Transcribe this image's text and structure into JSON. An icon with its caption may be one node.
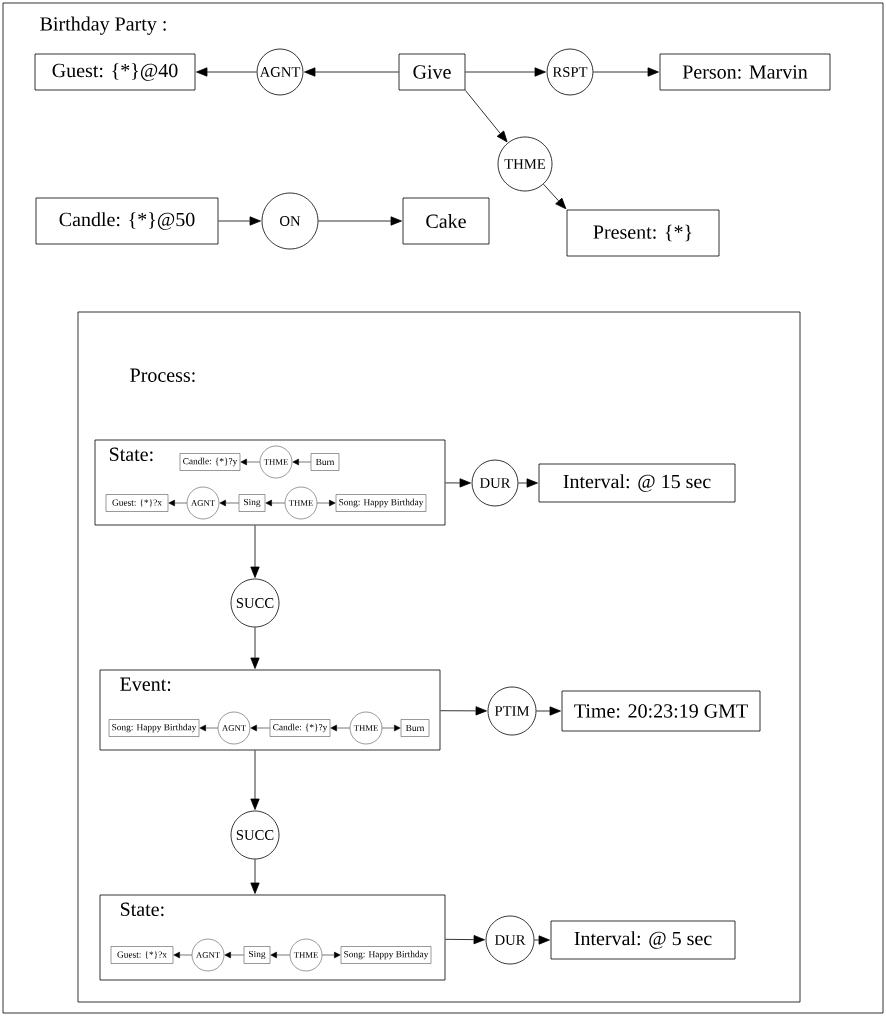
{
  "diagram": {
    "nodes": [
      {
        "text": [
          "Birthday Party :"
        ]
      },
      {
        "text": [
          "Guest:  {*}@40"
        ],
        "in": 0
      },
      {
        "text": [
          "AGNT"
        ],
        "in": 0
      },
      {
        "text": [
          "Give"
        ],
        "in": 0
      },
      {
        "text": [
          "RSPT"
        ],
        "in": 0
      },
      {
        "text": [
          "Person:  Marvin"
        ],
        "in": 0
      },
      {
        "text": [
          "THME"
        ],
        "in": 0
      },
      {
        "text": [
          "Candle:  {*}@50"
        ],
        "in": 0
      },
      {
        "text": [
          "ON"
        ],
        "in": 0
      },
      {
        "text": [
          "Cake"
        ],
        "in": 0
      },
      {
        "text": [
          "Present:  {*}"
        ],
        "in": 0
      },
      {
        "text": [
          "Process:"
        ],
        "in": 0
      },
      {
        "text": [
          "State:"
        ],
        "in": 11
      },
      {
        "text": [
          "Candle:  {*}?y"
        ],
        "in": 12
      },
      {
        "text": [
          "THME"
        ],
        "in": 12
      },
      {
        "text": [
          "Burn"
        ],
        "in": 12
      },
      {
        "text": [
          "Guest:  {*}?x"
        ],
        "in": 12
      },
      {
        "text": [
          "AGNT"
        ],
        "in": 12
      },
      {
        "text": [
          "Sing"
        ],
        "in": 12
      },
      {
        "text": [
          "THME"
        ],
        "in": 12
      },
      {
        "text": [
          "Song:  Happy Birthday"
        ],
        "in": 12
      },
      {
        "text": [
          "DUR"
        ],
        "in": 11
      },
      {
        "text": [
          "Interval:  @ 15 sec"
        ],
        "in": 11
      },
      {
        "text": [
          "SUCC"
        ],
        "in": 11
      },
      {
        "text": [
          "Event:"
        ],
        "in": 11
      },
      {
        "text": [
          "Song:  Happy Birthday"
        ],
        "in": 24
      },
      {
        "text": [
          "AGNT"
        ],
        "in": 24
      },
      {
        "text": [
          "Candle:  {*}?y"
        ],
        "in": 24
      },
      {
        "text": [
          "THME"
        ],
        "in": 24
      },
      {
        "text": [
          "Burn"
        ],
        "in": 24
      },
      {
        "text": [
          "PTIM"
        ],
        "in": 11
      },
      {
        "text": [
          "Time:  20:23:19 GMT"
        ],
        "in": 11
      },
      {
        "text": [
          "SUCC"
        ],
        "in": 11
      },
      {
        "text": [
          "State:"
        ],
        "in": 11
      },
      {
        "text": [
          "Guest:  {*}?x"
        ],
        "in": 33
      },
      {
        "text": [
          "AGNT"
        ],
        "in": 33
      },
      {
        "text": [
          "Sing"
        ],
        "in": 33
      },
      {
        "text": [
          "THME"
        ],
        "in": 33
      },
      {
        "text": [
          "Song:  Happy Birthday"
        ],
        "in": 33
      },
      {
        "text": [
          "DUR"
        ],
        "in": 11
      },
      {
        "text": [
          "Interval:  @ 5 sec"
        ],
        "in": 11
      }
    ],
    "edges": [
      {
        "from": 3,
        "to": 2,
        "arrow": "to"
      },
      {
        "from": 2,
        "to": 1,
        "arrow": "to"
      },
      {
        "from": 3,
        "to": 4,
        "arrow": "to"
      },
      {
        "from": 4,
        "to": 5,
        "arrow": "to"
      },
      {
        "from": 3,
        "to": 6,
        "arrow": "to"
      },
      {
        "from": 6,
        "to": 10,
        "arrow": "to"
      },
      {
        "from": 7,
        "to": 8,
        "arrow": "to"
      },
      {
        "from": 8,
        "to": 9,
        "arrow": "to"
      },
      {
        "from": 15,
        "to": 14,
        "arrow": "to"
      },
      {
        "from": 14,
        "to": 13,
        "arrow": "to"
      },
      {
        "from": 17,
        "to": 16,
        "arrow": "to"
      },
      {
        "from": 18,
        "to": 17,
        "arrow": "to"
      },
      {
        "from": 19,
        "to": 18,
        "arrow": "to"
      },
      {
        "from": 19,
        "to": 20,
        "arrow": "to"
      },
      {
        "from": 12,
        "to": 21,
        "arrow": "to"
      },
      {
        "from": 21,
        "to": 22,
        "arrow": "to"
      },
      {
        "from": 12,
        "to": 23,
        "arrow": "to"
      },
      {
        "from": 23,
        "to": 24,
        "arrow": "to"
      },
      {
        "from": 26,
        "to": 25,
        "arrow": "to"
      },
      {
        "from": 27,
        "to": 26,
        "arrow": "to"
      },
      {
        "from": 28,
        "to": 27,
        "arrow": "to"
      },
      {
        "from": 28,
        "to": 29,
        "arrow": "to"
      },
      {
        "from": 24,
        "to": 30,
        "arrow": "to"
      },
      {
        "from": 30,
        "to": 31,
        "arrow": "to"
      },
      {
        "from": 24,
        "to": 32,
        "arrow": "to"
      },
      {
        "from": 32,
        "to": 33,
        "arrow": "to"
      },
      {
        "from": 35,
        "to": 34,
        "arrow": "to"
      },
      {
        "from": 36,
        "to": 35,
        "arrow": "to"
      },
      {
        "from": 37,
        "to": 36,
        "arrow": "to"
      },
      {
        "from": 37,
        "to": 38,
        "arrow": "to"
      },
      {
        "from": 33,
        "to": 39,
        "arrow": "to"
      },
      {
        "from": 39,
        "to": 40,
        "arrow": "to"
      }
    ]
  }
}
